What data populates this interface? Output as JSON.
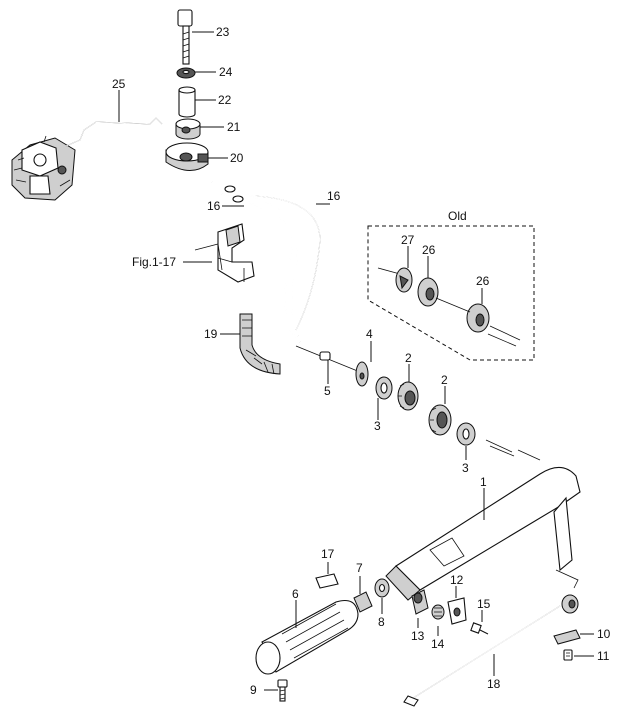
{
  "diagram": {
    "inset_label": "Old",
    "part_labels": {
      "p1": "1",
      "p2a": "2",
      "p2b": "2",
      "p3a": "3",
      "p3b": "3",
      "p4": "4",
      "p5": "5",
      "p6": "6",
      "p7": "7",
      "p8": "8",
      "p9": "9",
      "p10": "10",
      "p11": "11",
      "p12": "12",
      "p13": "13",
      "p14": "14",
      "p15": "15",
      "p16a": "16",
      "p16b": "16",
      "p17": "17",
      "p18": "18",
      "p19": "19",
      "p20": "20",
      "p21": "21",
      "p22": "22",
      "p23": "23",
      "p24": "24",
      "p25": "25",
      "p26a": "26",
      "p26b": "26",
      "p27": "27",
      "fig": "Fig.1-17"
    }
  }
}
